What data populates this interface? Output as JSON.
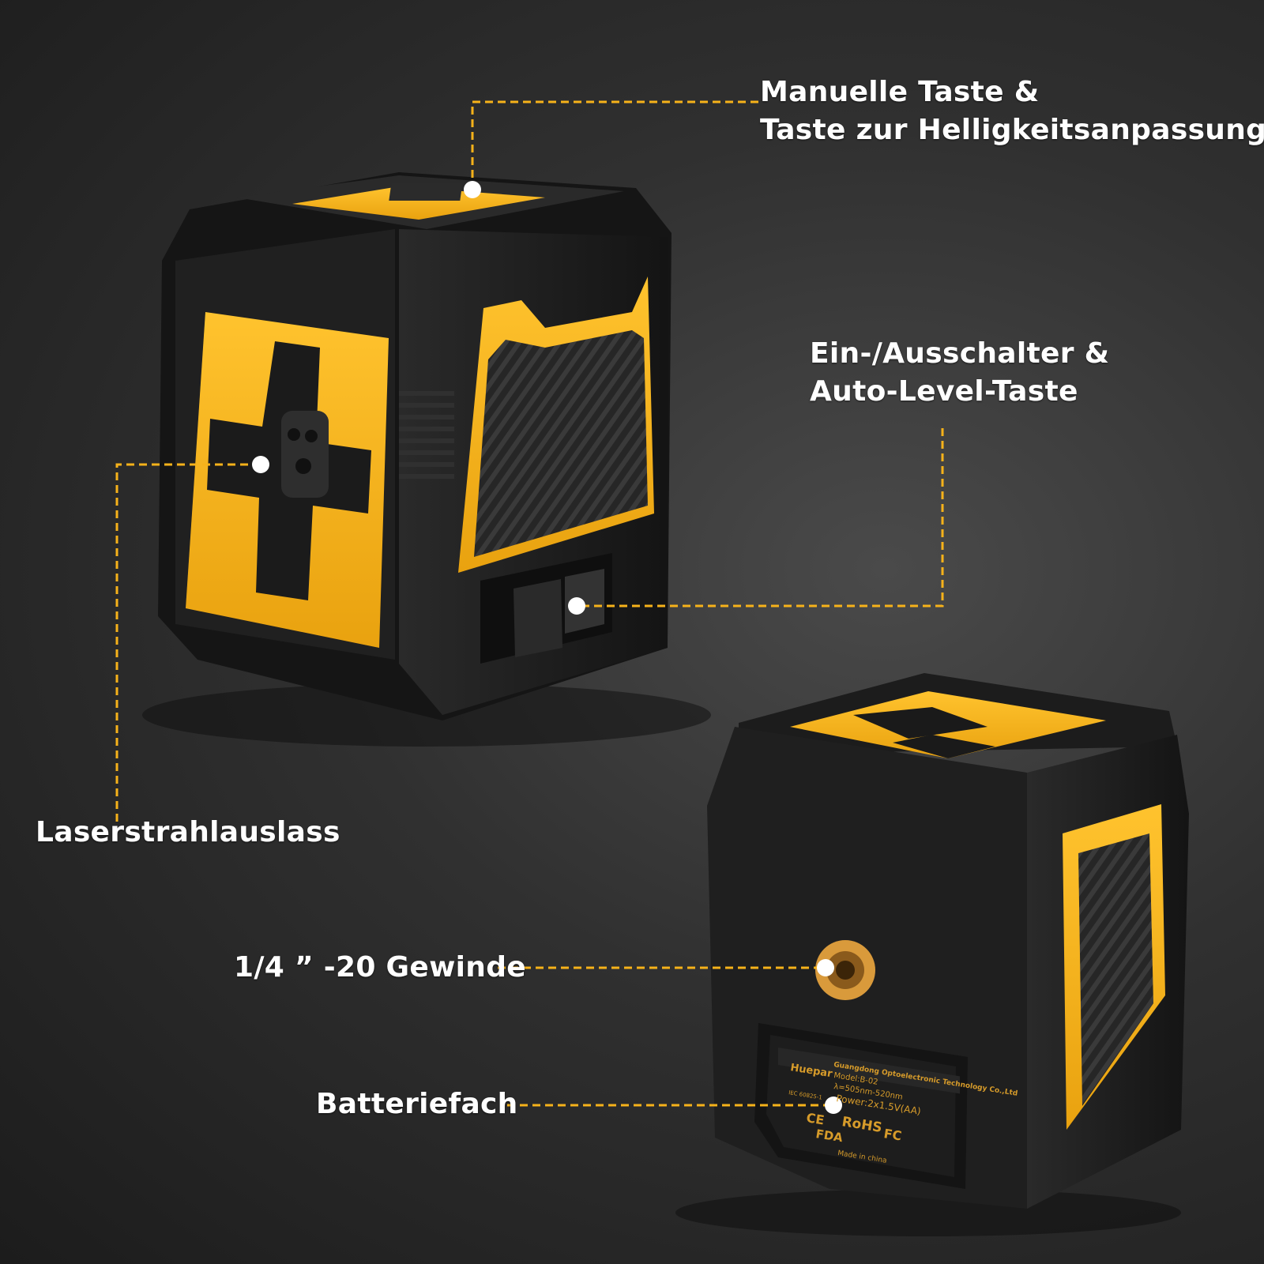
{
  "callouts": {
    "manual_button": {
      "line1": "Manuelle Taste &",
      "line2": "Taste zur Helligkeitsanpassung"
    },
    "power_switch": {
      "line1": "Ein-/Ausschalter &",
      "line2": "Auto-Level-Taste"
    },
    "laser_outlet": {
      "text": "Laserstrahlauslass"
    },
    "thread": {
      "text": "1/4 ” -20 Gewinde"
    },
    "battery": {
      "text": "Batteriefach"
    }
  },
  "product_label": {
    "brand": "Huepar",
    "company": "Guangdong Optoelectronic Technology Co.,Ltd",
    "model": "Model:B-02",
    "wavelength": "λ=505nm-520nm",
    "power": "Power:2x1.5V(AA)",
    "standard": "IEC 60825-1",
    "certs": "RoHS",
    "cert_fc": "FC",
    "cert_fda": "FDA",
    "cert_ce": "CE",
    "origin": "Made in china"
  },
  "colors": {
    "accent": "#f6b21a",
    "body": "#1e1e1e",
    "leader": "#f6b21a",
    "text": "#ffffff"
  }
}
